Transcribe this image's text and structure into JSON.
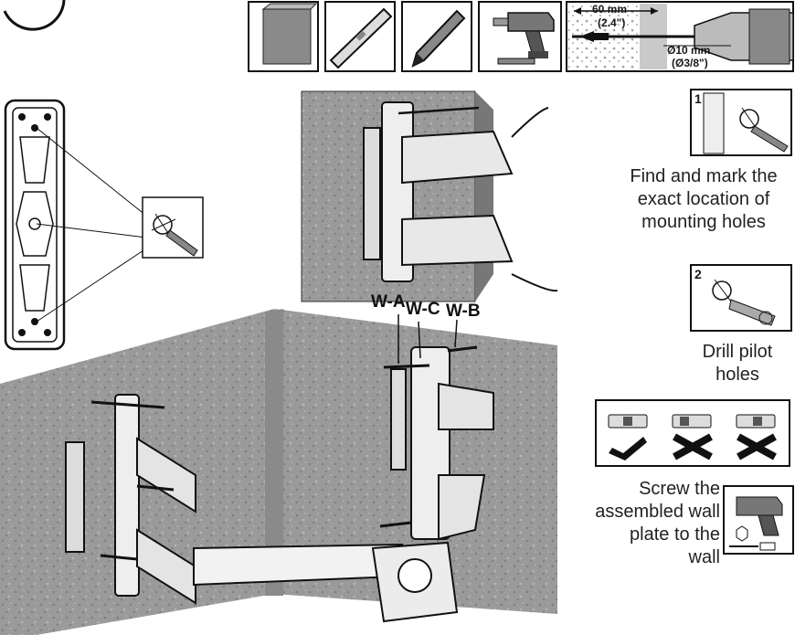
{
  "tools": {
    "drill_depth": "60 mm",
    "drill_depth_imperial": "(2.4\")",
    "bit_diameter": "Ø10 mm",
    "bit_diameter_imperial": "(Ø3/8\")"
  },
  "steps": {
    "step1_number": "1",
    "step1_text_line1": "Find and mark the",
    "step1_text_line2": "exact location of",
    "step1_text_line3": "mounting holes",
    "step2_number": "2",
    "step2_text_line1": "Drill pilot",
    "step2_text_line2": "holes",
    "screw_text_line1": "Screw the",
    "screw_text_line2": "assembled wall",
    "screw_text_line3": "plate to the",
    "screw_text_line4": "wall"
  },
  "hardware_labels": {
    "wa": "W-A",
    "wc": "W-C",
    "wb": "W-B"
  },
  "level_check": {
    "correct_symbol": "check-mark-icon",
    "wrong_symbol": "cross-icon"
  }
}
